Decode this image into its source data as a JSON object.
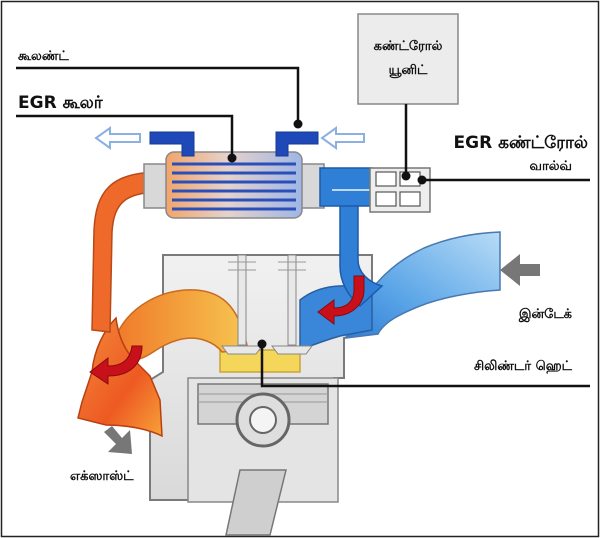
{
  "labels": {
    "coolant": "கூலண்ட்",
    "egr_cooler": "EGR கூலர்",
    "control_unit_line1": "கண்ட்ரோல்",
    "control_unit_line2": "யூனிட்",
    "egr_valve_line1": "EGR கண்ட்ரோல்",
    "egr_valve_line2": "வால்வ்",
    "intake": "இன்டேக்",
    "cylinder_head": "சிலிண்டர் ஹெட்",
    "exhaust": "எக்ஸாஸ்ட்"
  },
  "colors": {
    "exhaust_hot": "#e8401a",
    "exhaust_warm": "#f6a23a",
    "intake_blue": "#2f7fd6",
    "coolant_blue": "#1f49b8",
    "cylinder_yellow": "#f4d75a",
    "flow_arrow_red": "#c8101a",
    "grey_arrow": "#777777"
  }
}
